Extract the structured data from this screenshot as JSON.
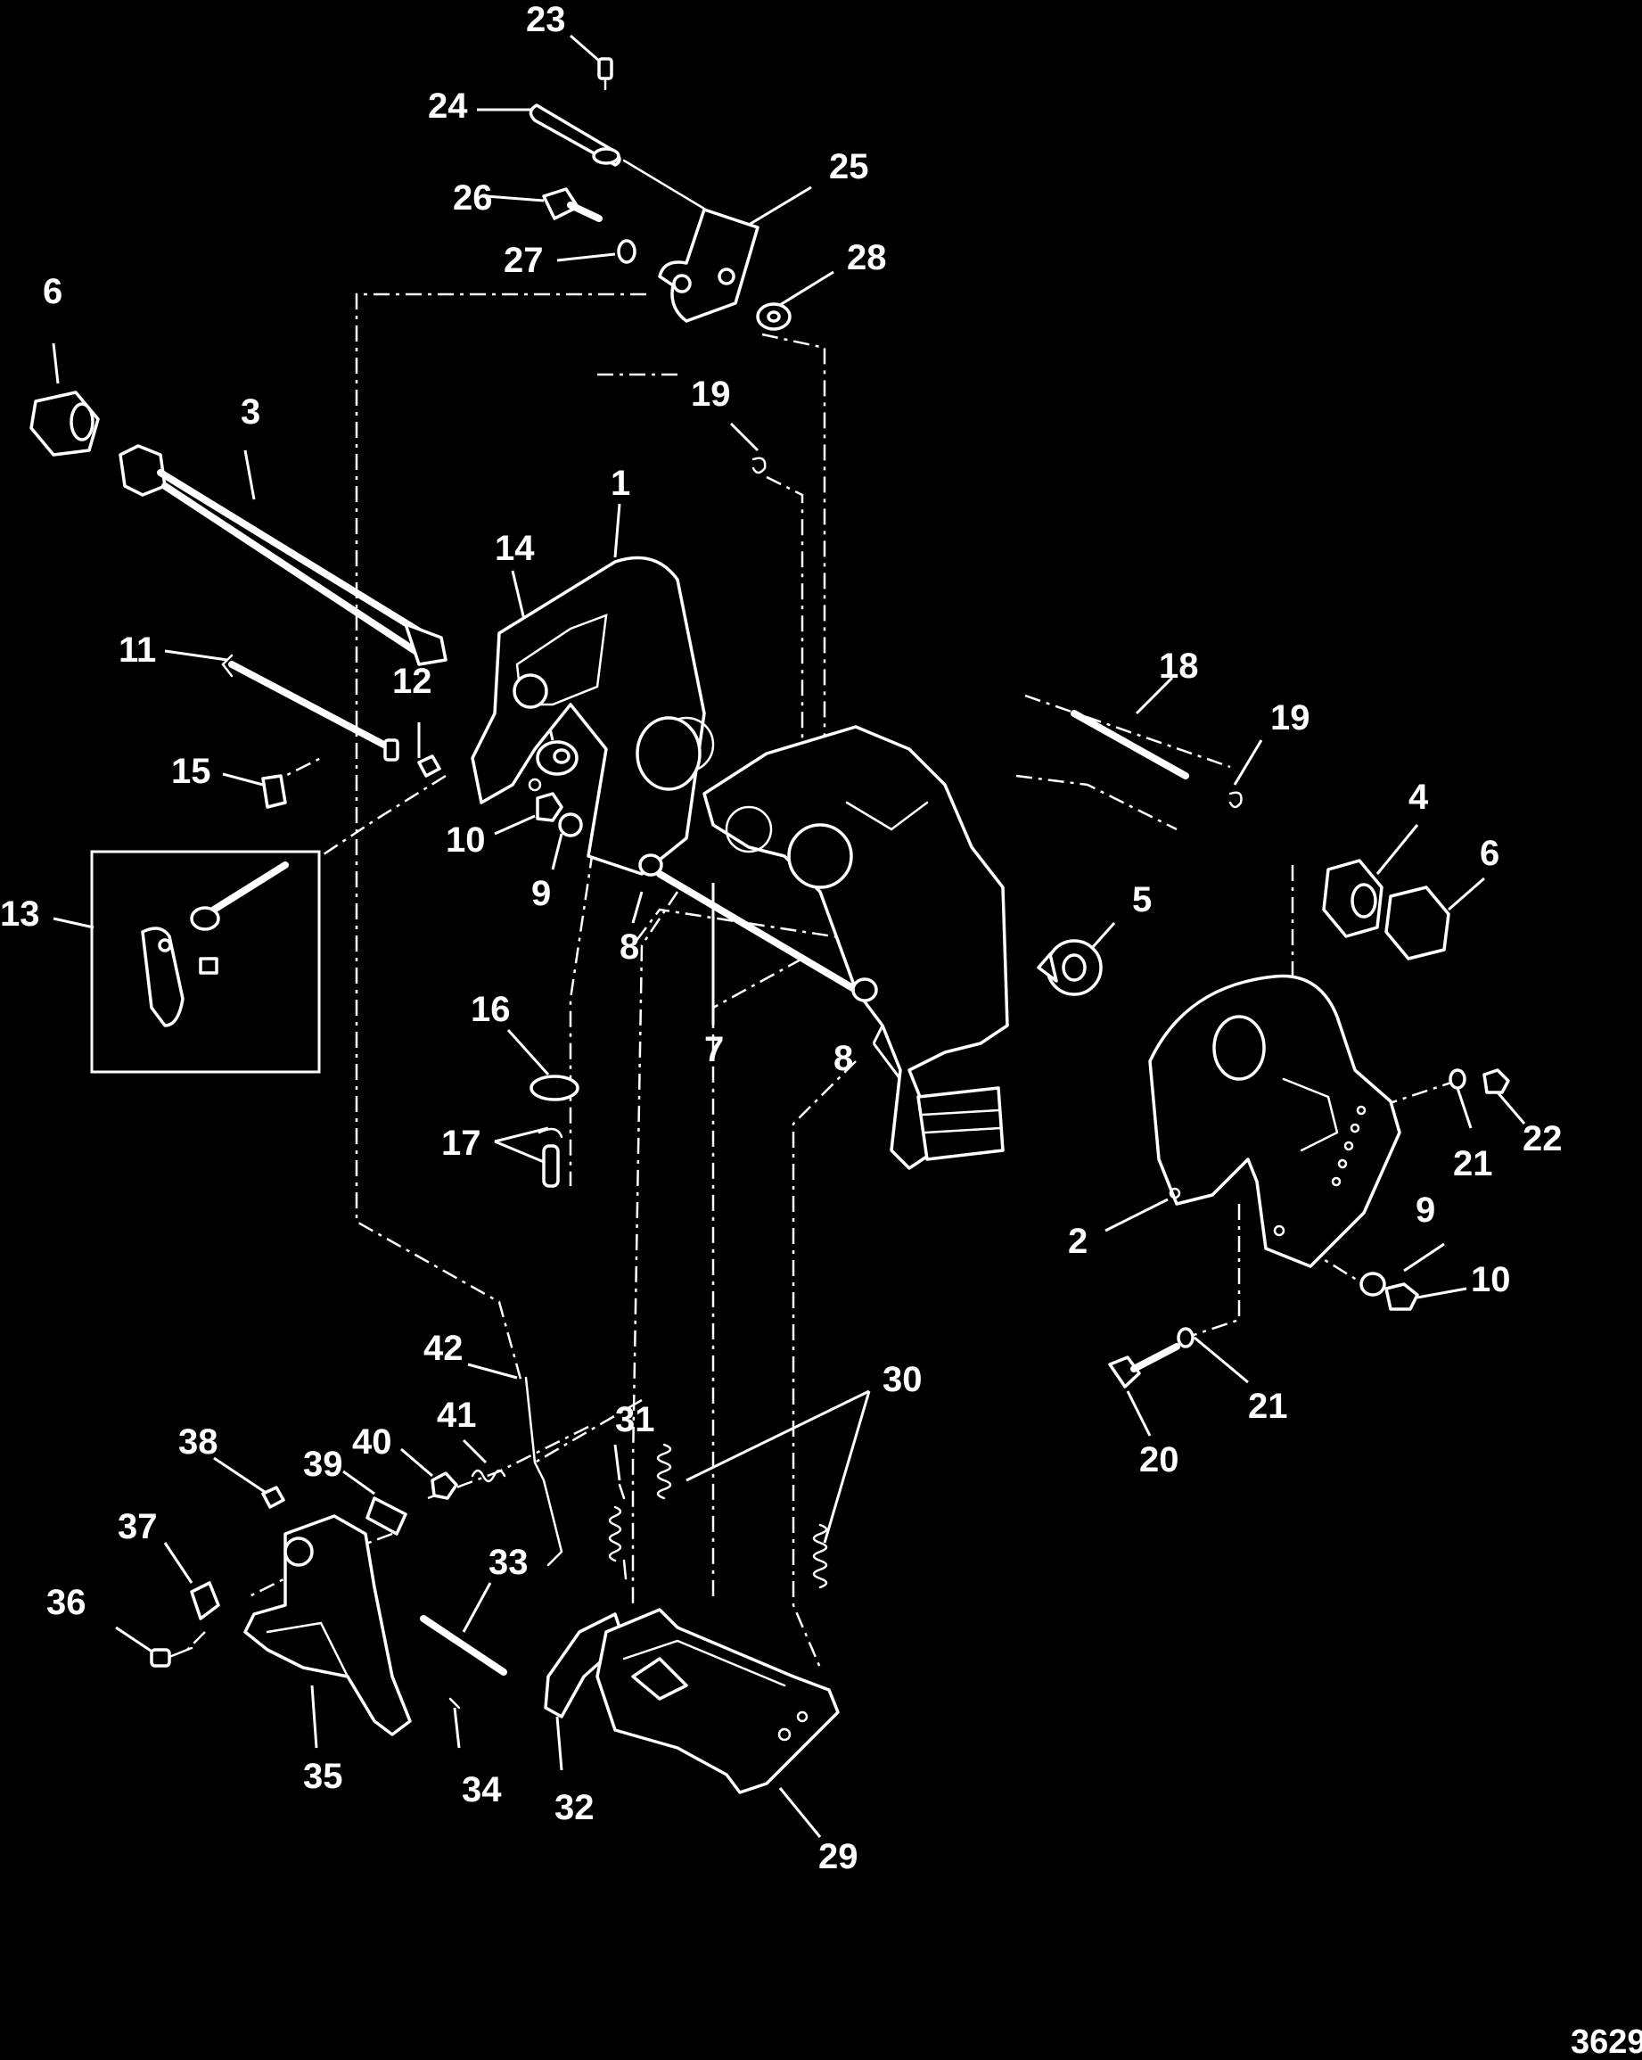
{
  "figure_number": "3629",
  "callouts": [
    "23",
    "24",
    "25",
    "26",
    "27",
    "28",
    "6",
    "3",
    "19",
    "1",
    "14",
    "11",
    "12",
    "15",
    "10",
    "9",
    "13",
    "8",
    "16",
    "17",
    "7",
    "18",
    "19",
    "4",
    "6",
    "5",
    "8",
    "21",
    "22",
    "2",
    "9",
    "10",
    "21",
    "20",
    "42",
    "41",
    "40",
    "31",
    "30",
    "38",
    "39",
    "37",
    "36",
    "33",
    "35",
    "34",
    "32",
    "29"
  ]
}
